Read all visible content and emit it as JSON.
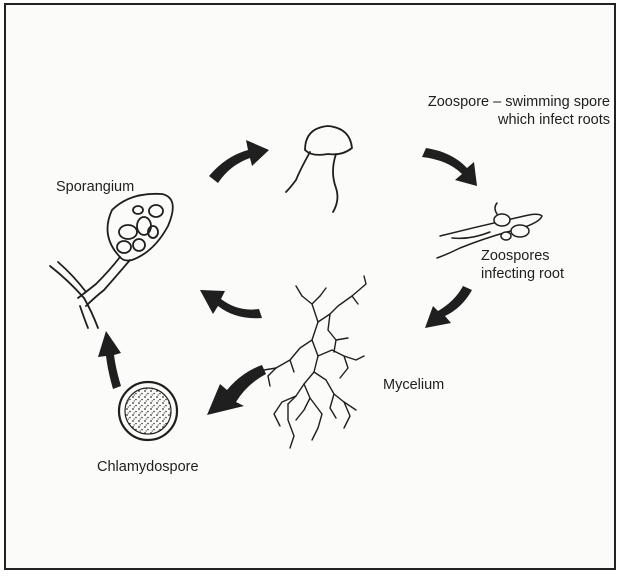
{
  "labels": {
    "zoospore_line1": "Zoospore – swimming spore",
    "zoospore_line2": "which infect roots",
    "sporangium": "Sporangium",
    "zoospores_infecting_line1": "Zoospores",
    "zoospores_infecting_line2": "infecting root",
    "mycelium": "Mycelium",
    "chlamydospore": "Chlamydospore"
  },
  "icons": {
    "cycle_arrow": "curved-arrow-icon",
    "zoospore": "zoospore-icon",
    "sporangium": "sporangium-icon",
    "root": "root-icon",
    "mycelium": "mycelium-icon",
    "chlamydospore": "chlamydospore-icon"
  },
  "colors": {
    "ink": "#1f1f1f",
    "paper": "#fbfbf9"
  }
}
